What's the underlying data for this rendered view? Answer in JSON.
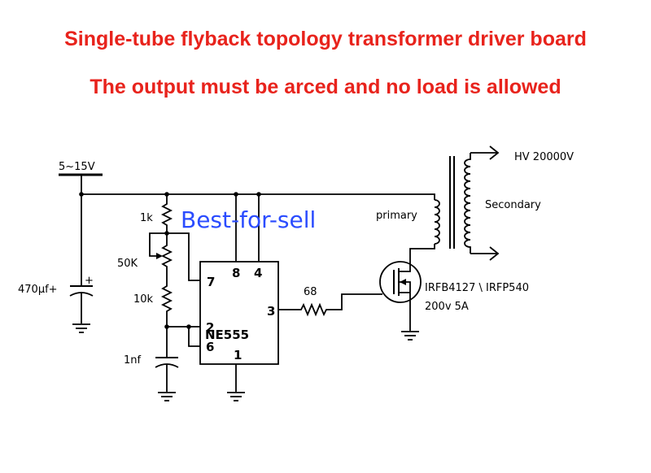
{
  "header": {
    "title": "Single-tube flyback topology transformer driver board",
    "warning": "The output must be arced and no load is allowed"
  },
  "colors": {
    "header_text": "#e8231c",
    "watermark": "#2b4cff",
    "wire": "#000000"
  },
  "watermark": "Best-for-sell",
  "schematic": {
    "supply": "5~15V",
    "cap_main": "470μf+",
    "cap_plus": "+",
    "r1": "1k",
    "pot": "50K",
    "r2": "10k",
    "cap_timing": "1nf",
    "ic_name": "NE555",
    "pin7": "7",
    "pin8": "8",
    "pin4": "4",
    "pin3": "3",
    "pin2": "2",
    "pin6": "6",
    "pin1": "1",
    "r_gate": "68",
    "primary": "primary",
    "secondary": "Secondary",
    "hv_out": "HV 20000V",
    "mosfet": "IRFB4127 \\ IRFP540",
    "mosfet_rating": "200v 5A"
  }
}
